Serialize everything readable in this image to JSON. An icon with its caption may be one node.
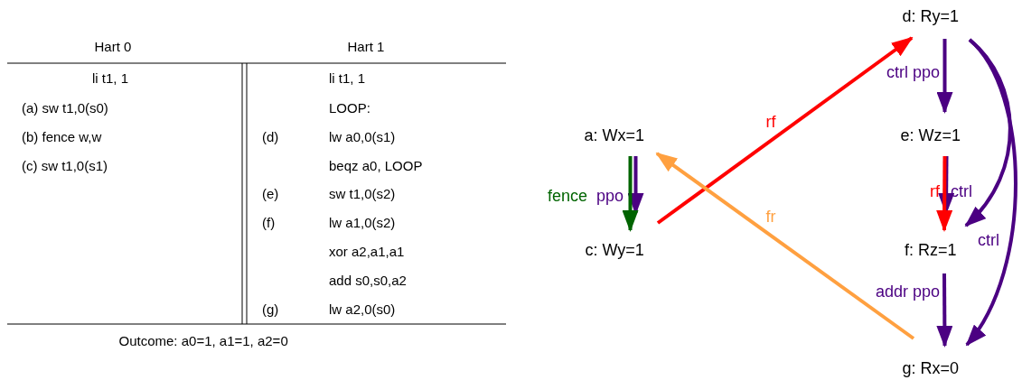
{
  "diagram": {
    "nodes": [
      {
        "text": [
          "a: Wx=1"
        ]
      },
      {
        "text": [
          "c: Wy=1"
        ]
      },
      {
        "text": [
          "d: Ry=1"
        ]
      },
      {
        "text": [
          "e: Wz=1"
        ]
      },
      {
        "text": [
          "f: Rz=1"
        ]
      },
      {
        "text": [
          "g: Rx=0"
        ]
      }
    ],
    "edges": [
      {
        "from": 0,
        "to": 1,
        "arrow": "to",
        "label": "ppo"
      },
      {
        "from": 0,
        "to": 1,
        "arrow": "to",
        "label": "fence",
        "color": "#006400"
      },
      {
        "from": 1,
        "to": 2,
        "arrow": "to",
        "label": "rf",
        "color": "#ff0000"
      },
      {
        "from": 5,
        "to": 0,
        "arrow": "to",
        "label": "fr",
        "color": "#ffa040"
      },
      {
        "from": 2,
        "to": 3,
        "arrow": "to",
        "label": "ctrl ppo"
      },
      {
        "from": 3,
        "to": 4,
        "arrow": "to",
        "label": "ctrl"
      },
      {
        "from": 3,
        "to": 4,
        "arrow": "to",
        "label": "rf",
        "color": "#ff0000"
      },
      {
        "from": 2,
        "to": 4,
        "arrow": "to",
        "label": "ctrl"
      },
      {
        "from": 4,
        "to": 5,
        "arrow": "to",
        "label": "addr ppo"
      },
      {
        "from": 2,
        "to": 5,
        "arrow": "to"
      }
    ],
    "labels": [
      "Hart 0",
      "Hart 1",
      "li t1, 1",
      "li t1, 1",
      "(a) sw t1,0(s0)",
      "LOOP:",
      "(b) fence w,w",
      "(d)",
      "lw a0,0(s1)",
      "(c) sw t1,0(s1)",
      "beqz a0, LOOP",
      "(e)",
      "sw t1,0(s2)",
      "(f)",
      "lw a1,0(s2)",
      "xor a2,a1,a1",
      "add s0,s0,a2",
      "(g)",
      "lw a2,0(s0)",
      "Outcome: a0=1, a1=1, a2=0"
    ]
  }
}
